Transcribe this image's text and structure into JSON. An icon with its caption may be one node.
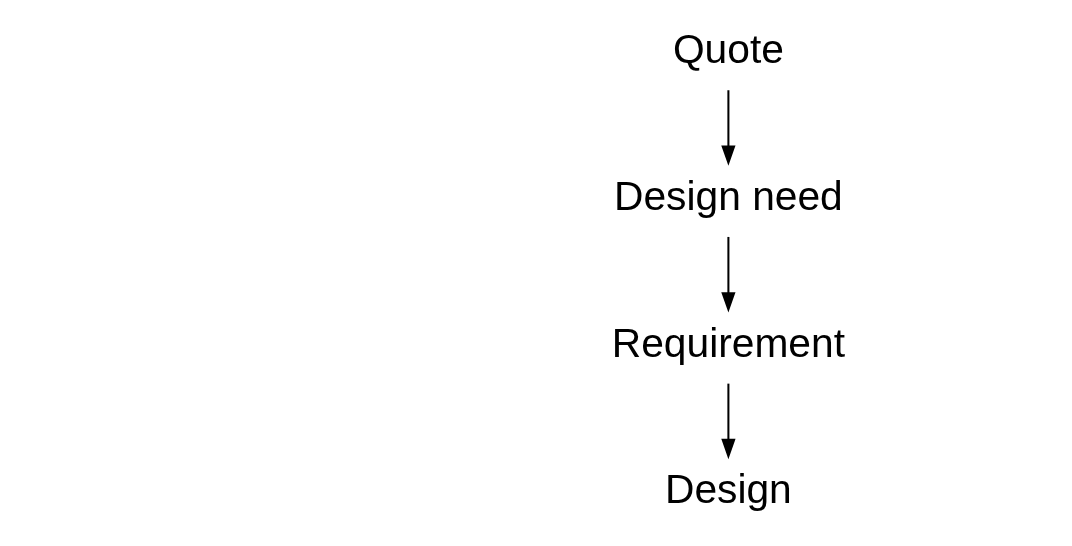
{
  "diagram": {
    "nodes": [
      {
        "text": [
          "Quote"
        ]
      },
      {
        "text": [
          "Design need"
        ]
      },
      {
        "text": [
          "Requirement"
        ]
      },
      {
        "text": [
          "Design"
        ]
      }
    ],
    "edges": [
      {
        "from": 0,
        "to": 1,
        "arrow": "to"
      },
      {
        "from": 1,
        "to": 2,
        "arrow": "to"
      },
      {
        "from": 2,
        "to": 3,
        "arrow": "to"
      }
    ]
  }
}
